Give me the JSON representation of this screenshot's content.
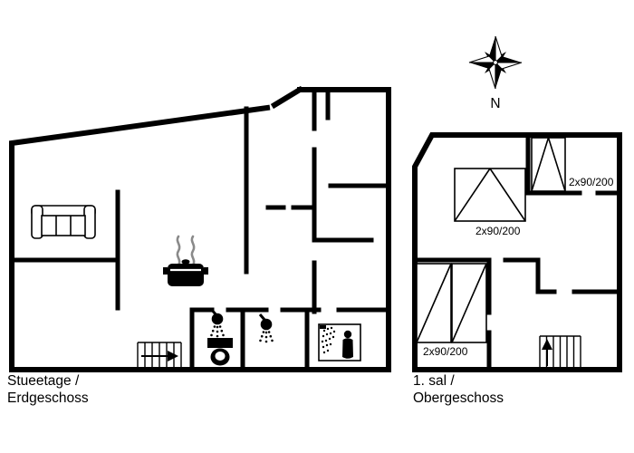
{
  "colors": {
    "background": "#ffffff",
    "line": "#000000",
    "steam": "#8a8a8a"
  },
  "compass": {
    "label": "N"
  },
  "ground_floor": {
    "label_line1": "Stueetage /",
    "label_line2": "Erdgeschoss"
  },
  "upper_floor": {
    "label_line1": "1. sal /",
    "label_line2": "Obergeschoss",
    "bed_labels": {
      "double_bed": "2x90/200",
      "corner_bed": "2x90/200",
      "twin_beds": "2x90/200"
    }
  },
  "icons": {
    "compass_rose": "compass-rose-icon",
    "sofa": "sofa-icon",
    "cooking_pot": "cooking-pot-icon",
    "shower": "shower-icon",
    "toilet": "toilet-icon",
    "shower_cabin": "shower-cabin-icon",
    "stairs": "stairs-icon",
    "bed": "bed-icon"
  }
}
